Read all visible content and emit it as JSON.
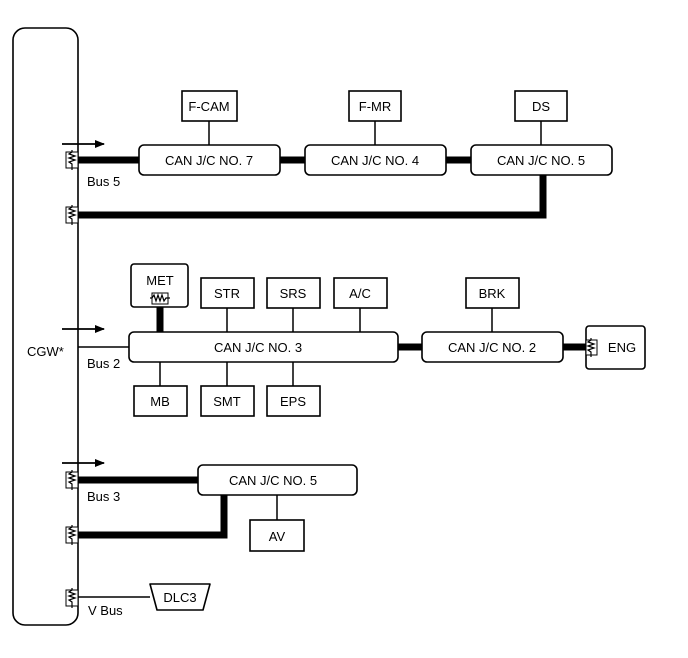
{
  "gateway": {
    "label": "CGW*"
  },
  "buses": {
    "bus5": "Bus 5",
    "bus2": "Bus 2",
    "bus3": "Bus 3",
    "vbus": "V Bus"
  },
  "junctions": {
    "jc7_top": "CAN J/C NO. 7",
    "jc4_top": "CAN J/C NO. 4",
    "jc5_top": "CAN J/C NO. 5",
    "jc3_mid": "CAN J/C NO. 3",
    "jc2_mid": "CAN J/C NO. 2",
    "jc5_low": "CAN J/C NO. 5"
  },
  "ecus": {
    "fcam": "F-CAM",
    "fmr": "F-MR",
    "ds": "DS",
    "met": "MET",
    "str": "STR",
    "srs": "SRS",
    "ac": "A/C",
    "brk": "BRK",
    "eng": "ENG",
    "mb": "MB",
    "smt": "SMT",
    "eps": "EPS",
    "av": "AV",
    "dlc3": "DLC3"
  }
}
